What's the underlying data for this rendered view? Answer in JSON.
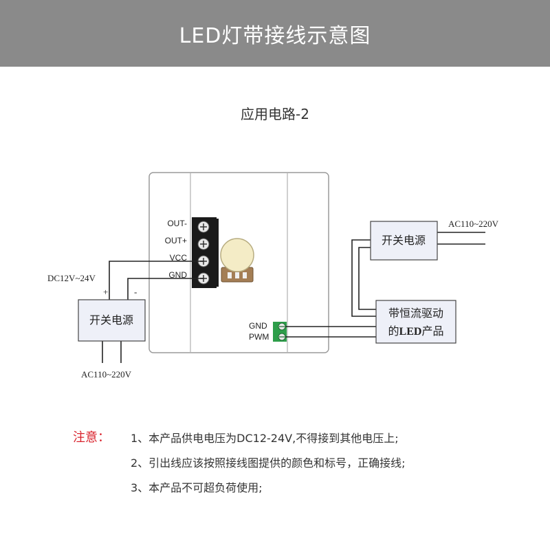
{
  "header": {
    "title": "LED灯带接线示意图"
  },
  "subtitle": "应用电路-2",
  "diagram": {
    "terminal_labels": [
      "OUT-",
      "OUT+",
      "VCC",
      "GND"
    ],
    "dc_label": "DC12V~24V",
    "plus_label": "+",
    "minus_label": "-",
    "left_psu_label": "开关电源",
    "left_ac_label": "AC110~220V",
    "right_psu_label": "开关电源",
    "right_ac_label": "AC110~220V",
    "led_label_line1": "带恒流驱动",
    "led_label_prefix": "的",
    "led_label_bold": "LED",
    "led_label_suffix": "产品",
    "gnd_label": "GND",
    "pwm_label": "PWM"
  },
  "notes": {
    "label": "注意：",
    "items": [
      "1、本产品供电电压为DC12-24V,不得接到其他电压上;",
      "2、引出线应该按照接线图提供的颜色和标号，正确接线;",
      "3、本产品不可超负荷使用;"
    ]
  },
  "colors": {
    "header_bg": "#8a8a8a",
    "note_red": "#d9232d",
    "terminal_green": "#2e9e4a",
    "box_fill": "#eef0f8"
  }
}
